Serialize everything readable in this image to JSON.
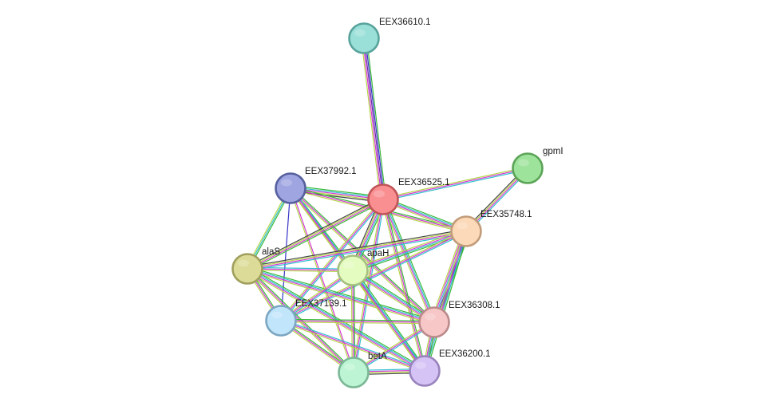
{
  "network": {
    "nodes": [
      {
        "id": "EEX36610.1",
        "label": "EEX36610.1",
        "color": "#9adfd8",
        "stroke": "#58a39c"
      },
      {
        "id": "gpmI",
        "label": "gpmI",
        "color": "#9ee39b",
        "stroke": "#5ba457"
      },
      {
        "id": "EEX37992.1",
        "label": "EEX37992.1",
        "color": "#9ea5e0",
        "stroke": "#56609e"
      },
      {
        "id": "EEX36525.1",
        "label": "EEX36525.1",
        "color": "#fa8f91",
        "stroke": "#c05457"
      },
      {
        "id": "EEX35748.1",
        "label": "EEX35748.1",
        "color": "#fcd9b8",
        "stroke": "#c29c7a"
      },
      {
        "id": "alaS",
        "label": "alaS",
        "color": "#dcdc98",
        "stroke": "#a09f5d"
      },
      {
        "id": "apaH",
        "label": "apaH",
        "color": "#e4fcc0",
        "stroke": "#a5bf81"
      },
      {
        "id": "EEX37139.1",
        "label": "EEX37139.1",
        "color": "#c1e5fb",
        "stroke": "#7ca6c1"
      },
      {
        "id": "EEX36308.1",
        "label": "EEX36308.1",
        "color": "#f7c6c6",
        "stroke": "#bb8a8a"
      },
      {
        "id": "betA",
        "label": "betA",
        "color": "#bdf5d4",
        "stroke": "#7ab795"
      },
      {
        "id": "EEX36200.1",
        "label": "EEX36200.1",
        "color": "#d6c3f6",
        "stroke": "#9883bc"
      }
    ],
    "edges": [
      {
        "source": "EEX36610.1",
        "target": "EEX36525.1",
        "evidence": [
          "green",
          "blue",
          "purple",
          "magenta",
          "yellow"
        ]
      },
      {
        "source": "gpmI",
        "target": "EEX36525.1",
        "evidence": [
          "cyan",
          "magenta",
          "yellow"
        ]
      },
      {
        "source": "gpmI",
        "target": "EEX35748.1",
        "evidence": [
          "cyan",
          "magenta",
          "yellow",
          "black"
        ]
      },
      {
        "source": "EEX37992.1",
        "target": "EEX36525.1",
        "evidence": [
          "green",
          "cyan",
          "magenta",
          "yellow",
          "black"
        ]
      },
      {
        "source": "EEX37992.1",
        "target": "EEX35748.1",
        "evidence": [
          "green",
          "magenta",
          "yellow"
        ]
      },
      {
        "source": "EEX37992.1",
        "target": "alaS",
        "evidence": [
          "green",
          "cyan",
          "yellow"
        ]
      },
      {
        "source": "EEX37992.1",
        "target": "apaH",
        "evidence": [
          "green",
          "magenta",
          "yellow"
        ]
      },
      {
        "source": "EEX37992.1",
        "target": "EEX37139.1",
        "evidence": [
          "blue"
        ]
      },
      {
        "source": "EEX37992.1",
        "target": "EEX36308.1",
        "evidence": [
          "green",
          "magenta",
          "yellow"
        ]
      },
      {
        "source": "EEX37992.1",
        "target": "betA",
        "evidence": [
          "magenta",
          "yellow"
        ]
      },
      {
        "source": "EEX37992.1",
        "target": "EEX36200.1",
        "evidence": [
          "cyan",
          "magenta",
          "yellow"
        ]
      },
      {
        "source": "EEX36525.1",
        "target": "EEX35748.1",
        "evidence": [
          "green",
          "cyan",
          "magenta",
          "yellow"
        ]
      },
      {
        "source": "EEX36525.1",
        "target": "alaS",
        "evidence": [
          "green",
          "magenta",
          "yellow",
          "black"
        ]
      },
      {
        "source": "EEX36525.1",
        "target": "apaH",
        "evidence": [
          "green",
          "cyan",
          "magenta",
          "yellow",
          "black"
        ]
      },
      {
        "source": "EEX36525.1",
        "target": "EEX37139.1",
        "evidence": [
          "cyan",
          "magenta",
          "yellow"
        ]
      },
      {
        "source": "EEX36525.1",
        "target": "EEX36308.1",
        "evidence": [
          "green",
          "cyan",
          "magenta",
          "yellow"
        ]
      },
      {
        "source": "EEX36525.1",
        "target": "betA",
        "evidence": [
          "cyan",
          "magenta",
          "yellow"
        ]
      },
      {
        "source": "EEX36525.1",
        "target": "EEX36200.1",
        "evidence": [
          "green",
          "magenta",
          "yellow"
        ]
      },
      {
        "source": "EEX35748.1",
        "target": "alaS",
        "evidence": [
          "cyan",
          "magenta",
          "yellow",
          "black"
        ]
      },
      {
        "source": "EEX35748.1",
        "target": "apaH",
        "evidence": [
          "green",
          "cyan",
          "magenta",
          "yellow"
        ]
      },
      {
        "source": "EEX35748.1",
        "target": "EEX37139.1",
        "evidence": [
          "cyan",
          "magenta",
          "yellow"
        ]
      },
      {
        "source": "EEX35748.1",
        "target": "EEX36308.1",
        "evidence": [
          "green",
          "blue",
          "purple",
          "cyan",
          "magenta",
          "yellow"
        ]
      },
      {
        "source": "EEX35748.1",
        "target": "EEX36200.1",
        "evidence": [
          "green",
          "cyan",
          "magenta",
          "yellow"
        ]
      },
      {
        "source": "alaS",
        "target": "apaH",
        "evidence": [
          "cyan",
          "magenta",
          "yellow"
        ]
      },
      {
        "source": "alaS",
        "target": "EEX37139.1",
        "evidence": [
          "green",
          "magenta",
          "yellow"
        ]
      },
      {
        "source": "alaS",
        "target": "EEX36308.1",
        "evidence": [
          "green",
          "cyan",
          "magenta",
          "yellow"
        ]
      },
      {
        "source": "alaS",
        "target": "betA",
        "evidence": [
          "green",
          "magenta",
          "yellow"
        ]
      },
      {
        "source": "alaS",
        "target": "EEX36200.1",
        "evidence": [
          "green",
          "cyan",
          "magenta",
          "yellow"
        ]
      },
      {
        "source": "apaH",
        "target": "EEX37139.1",
        "evidence": [
          "cyan",
          "magenta",
          "yellow"
        ]
      },
      {
        "source": "apaH",
        "target": "EEX36308.1",
        "evidence": [
          "green",
          "cyan",
          "magenta",
          "yellow"
        ]
      },
      {
        "source": "apaH",
        "target": "betA",
        "evidence": [
          "green",
          "magenta",
          "yellow"
        ]
      },
      {
        "source": "apaH",
        "target": "EEX36200.1",
        "evidence": [
          "green",
          "cyan",
          "magenta",
          "yellow"
        ]
      },
      {
        "source": "EEX37139.1",
        "target": "EEX36308.1",
        "evidence": [
          "green",
          "magenta",
          "yellow"
        ]
      },
      {
        "source": "EEX37139.1",
        "target": "betA",
        "evidence": [
          "green",
          "magenta",
          "yellow"
        ]
      },
      {
        "source": "EEX37139.1",
        "target": "EEX36200.1",
        "evidence": [
          "cyan",
          "magenta",
          "yellow"
        ]
      },
      {
        "source": "EEX36308.1",
        "target": "betA",
        "evidence": [
          "cyan",
          "magenta",
          "yellow"
        ]
      },
      {
        "source": "EEX36308.1",
        "target": "EEX36200.1",
        "evidence": [
          "green",
          "cyan",
          "magenta",
          "yellow"
        ]
      },
      {
        "source": "betA",
        "target": "EEX36200.1",
        "evidence": [
          "cyan",
          "magenta",
          "yellow",
          "black"
        ]
      }
    ]
  },
  "evidence_colors": {
    "green": "#3aba3a",
    "blue": "#3535c8",
    "purple": "#6b2aa8",
    "cyan": "#33bfcf",
    "magenta": "#d43ad4",
    "yellow": "#b6d64a",
    "black": "#444444"
  }
}
